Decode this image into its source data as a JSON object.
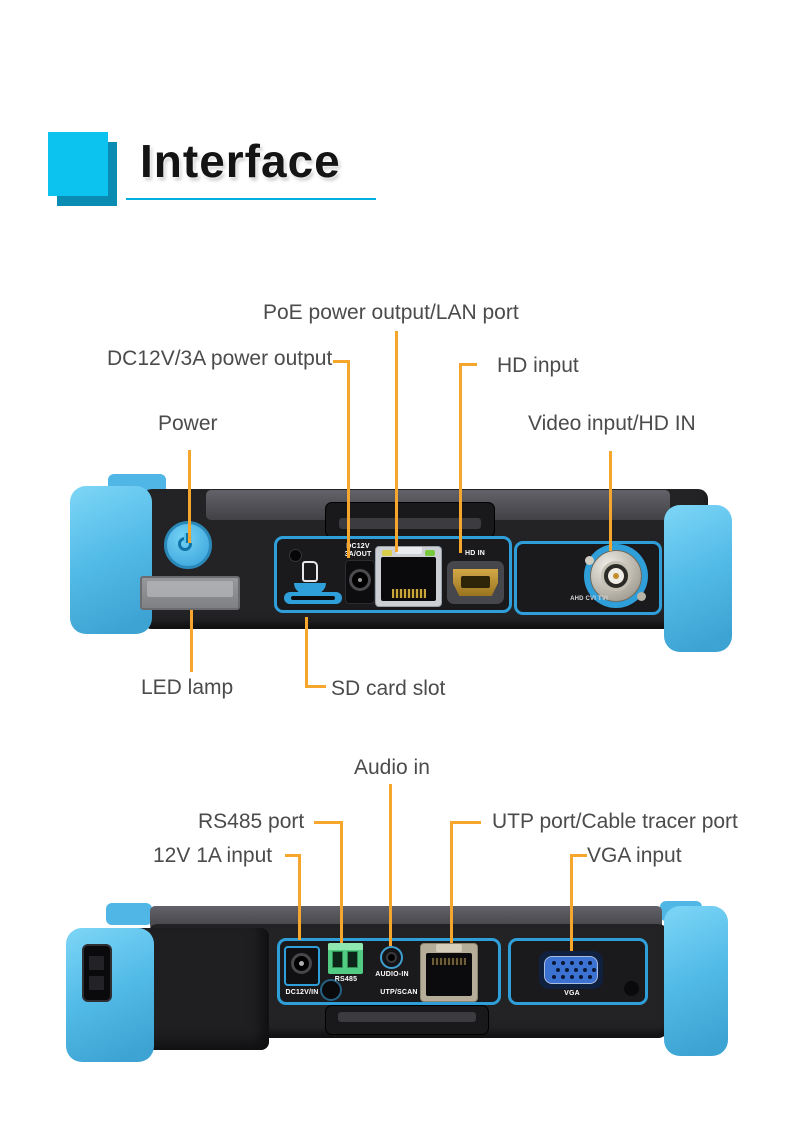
{
  "header": {
    "title": "Interface"
  },
  "colors": {
    "accent_cyan": "#0cc3ef",
    "accent_cyan_shadow": "#0a8bb1",
    "underline_cyan": "#00b2dd",
    "leader_line_orange": "#f6a52d",
    "panel_border_blue": "#2f9fd9",
    "bumper_blue": "#54bce8",
    "device_body_black": "#232326",
    "callout_text_gray": "#4b4b4b"
  },
  "top_device": {
    "callouts": {
      "poe": "PoE power output/LAN port",
      "dc_out": "DC12V/3A power output",
      "power": "Power",
      "hd": "HD input",
      "video": "Video input/HD IN",
      "led": "LED lamp",
      "sd": "SD card slot"
    },
    "ports": {
      "dc_line1": "DC12V",
      "dc_line2": "3A/OUT",
      "hdmi": "HD IN",
      "bnc": "AHD CVI TVI"
    }
  },
  "bottom_device": {
    "callouts": {
      "audio": "Audio in",
      "rs485": "RS485 port",
      "utp": "UTP port/Cable tracer port",
      "dc_in": "12V 1A input",
      "vga": "VGA input"
    },
    "ports": {
      "dc": "DC12V/IN",
      "rs485": "RS485",
      "audio": "AUDIO-IN",
      "utp": "UTP/SCAN",
      "vga": "VGA"
    }
  }
}
